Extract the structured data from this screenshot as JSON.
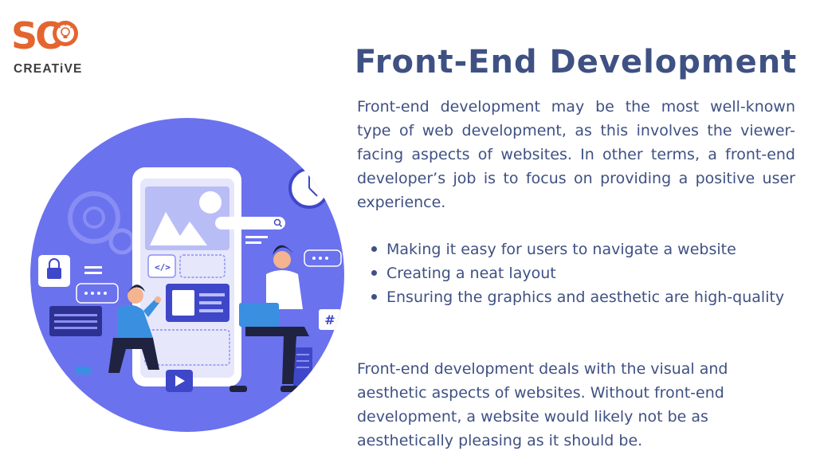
{
  "logo": {
    "mark": "SO",
    "wordmark": "CREATiVE",
    "brand_color": "#e4652f"
  },
  "title": "Front-End Development",
  "intro": "Front-end development may be the most well-known type of web development, as this involves the viewer-facing aspects of websites. In other terms, a front-end developer’s job is to focus on providing a positive user experience.",
  "bullets": [
    "Making it easy for users to navigate a website",
    "Creating a neat layout",
    "Ensuring the graphics and aesthetic are high-quality"
  ],
  "closing": "Front-end development deals with the visual and aesthetic aspects of websites. Without front-end development, a website would likely not be as aesthetically pleasing as it should be.",
  "illustration": {
    "code_button": "</>",
    "icons": [
      "gear-icon",
      "lock-icon",
      "clock-icon",
      "search-icon",
      "play-icon",
      "hashtag-icon",
      "chat-bubble-icon",
      "image-icon"
    ]
  },
  "colors": {
    "title": "#3f5183",
    "circle": "#6b72ee",
    "text": "#3f5183"
  }
}
